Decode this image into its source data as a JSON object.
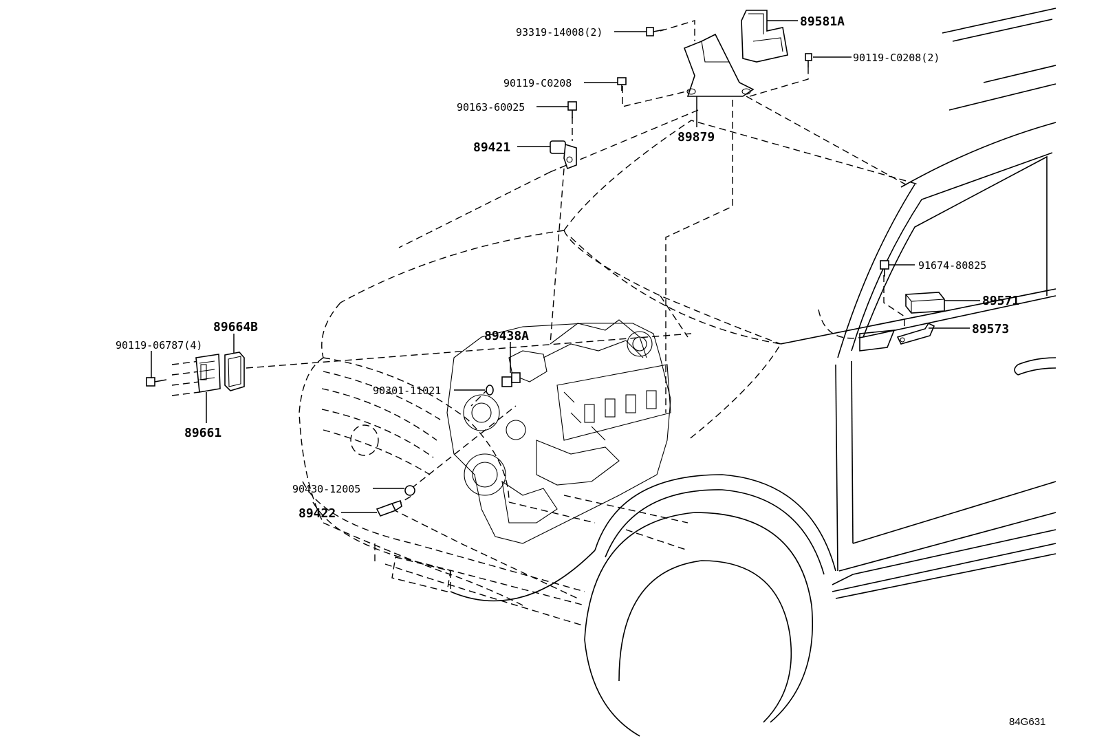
{
  "diagram": {
    "reference_code": "84G631",
    "parts": [
      {
        "id": "p_93319",
        "label": "93319-14008(2)"
      },
      {
        "id": "p_89581A",
        "label": "89581A"
      },
      {
        "id": "p_90119_c0208_2",
        "label": "90119-C0208(2)"
      },
      {
        "id": "p_90119_c0208",
        "label": "90119-C0208"
      },
      {
        "id": "p_90163",
        "label": "90163-60025"
      },
      {
        "id": "p_89879",
        "label": "89879"
      },
      {
        "id": "p_89421",
        "label": "89421"
      },
      {
        "id": "p_91674",
        "label": "91674-80825"
      },
      {
        "id": "p_89571",
        "label": "89571"
      },
      {
        "id": "p_89573",
        "label": "89573"
      },
      {
        "id": "p_89664B",
        "label": "89664B"
      },
      {
        "id": "p_90119_06787",
        "label": "90119-06787(4)"
      },
      {
        "id": "p_89438A",
        "label": "89438A"
      },
      {
        "id": "p_90301",
        "label": "90301-11021"
      },
      {
        "id": "p_89661",
        "label": "89661"
      },
      {
        "id": "p_90430",
        "label": "90430-12005"
      },
      {
        "id": "p_89422",
        "label": "89422"
      }
    ]
  }
}
